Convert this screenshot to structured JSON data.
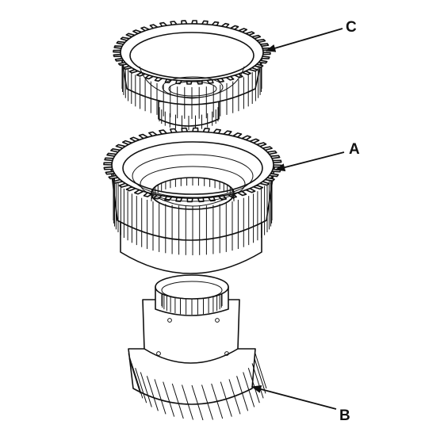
{
  "callouts": {
    "c": {
      "label": "C"
    },
    "a": {
      "label": "A"
    },
    "b": {
      "label": "B"
    }
  },
  "colors": {
    "ink": "#111111",
    "paper": "#ffffff"
  }
}
